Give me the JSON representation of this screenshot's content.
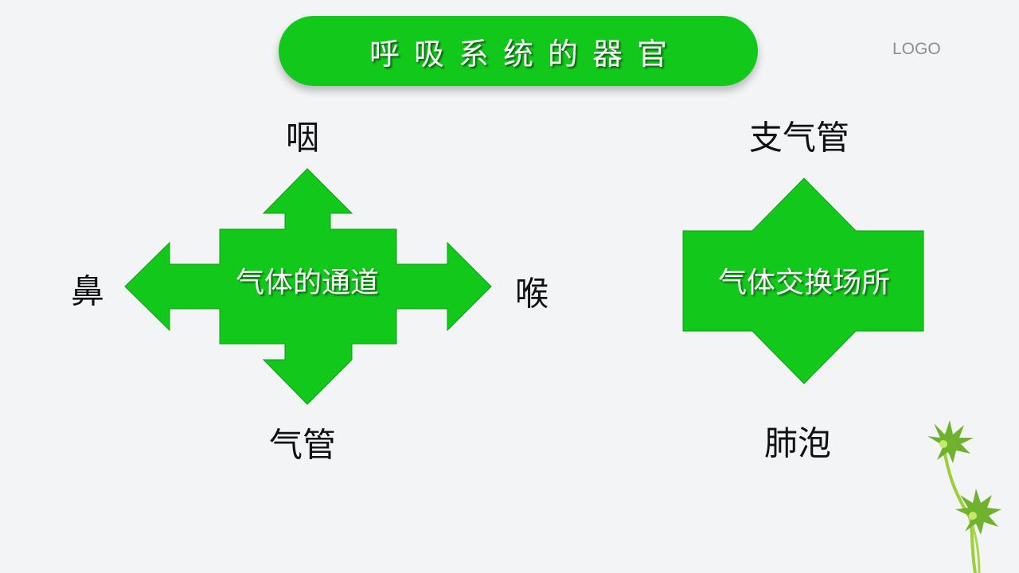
{
  "title": "呼吸系统的器官",
  "logo": "LOGO",
  "left_group": {
    "center_label": "气体的通道",
    "top": "咽",
    "left": "鼻",
    "right": "喉",
    "bottom": "气管"
  },
  "right_group": {
    "center_label": "气体交换场所",
    "top": "支气管",
    "bottom": "肺泡"
  },
  "colors": {
    "accent_green": "#12c81a",
    "background": "#f2f4f6"
  }
}
